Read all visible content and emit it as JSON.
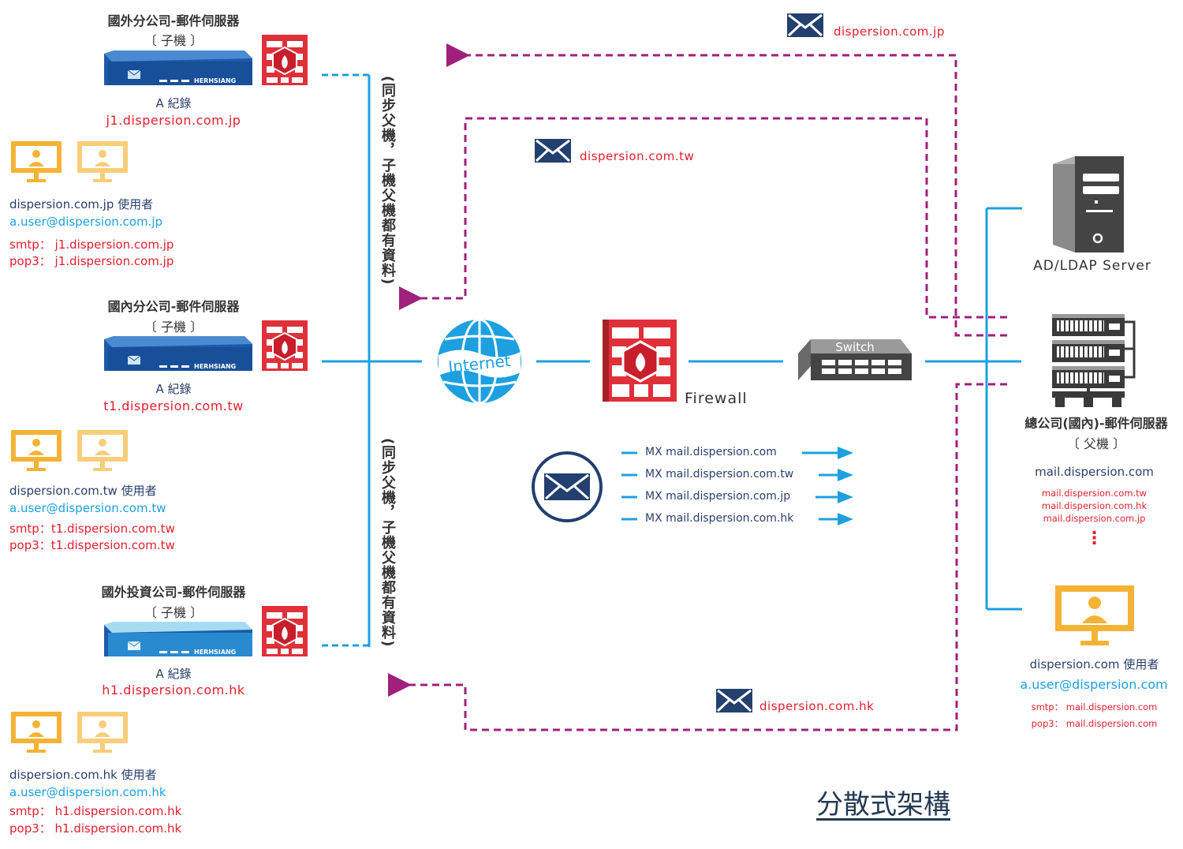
{
  "branches": [
    {
      "title": "國外分公司-郵件伺服器",
      "role": "〔 子機 〕",
      "device_brand": "HERHSIANG",
      "a_record_label": "A 紀錄",
      "a_record": "j1.dispersion.com.jp",
      "users_label": "dispersion.com.jp 使用者",
      "email": "a.user@dispersion.com.jp",
      "smtp": "smtp： j1.dispersion.com.jp",
      "pop3": "pop3： j1.dispersion.com.jp"
    },
    {
      "title": "國內分公司-郵件伺服器",
      "role": "〔 子機 〕",
      "device_brand": "HERHSIANG",
      "a_record_label": "A 紀錄",
      "a_record": "t1.dispersion.com.tw",
      "users_label": "dispersion.com.tw 使用者",
      "email": "a.user@dispersion.com.tw",
      "smtp": "smtp：t1.dispersion.com.tw",
      "pop3": "pop3：t1.dispersion.com.tw"
    },
    {
      "title": "國外投資公司-郵件伺服器",
      "role": "〔 子機 〕",
      "device_brand": "HERHSIANG",
      "a_record_label": "A 紀錄",
      "a_record": "h1.dispersion.com.hk",
      "users_label": "dispersion.com.hk 使用者",
      "email": "a.user@dispersion.com.hk",
      "smtp": "smtp： h1.dispersion.com.hk",
      "pop3": "pop3： h1.dispersion.com.hk"
    }
  ],
  "sync_note": "(同步父機，子機父機都有資料)",
  "internet_label": "Internet",
  "firewall_label": "Firewall",
  "switch_label": "Switch",
  "mail_flows": [
    {
      "domain": "dispersion.com.jp"
    },
    {
      "domain": "dispersion.com.tw"
    },
    {
      "domain": "dispersion.com.hk"
    }
  ],
  "mx_records": [
    "MX mail.dispersion.com",
    "MX mail.dispersion.com.tw",
    "MX mail.dispersion.com.jp",
    "MX mail.dispersion.com.hk"
  ],
  "ldap": {
    "label": "AD/LDAP Server"
  },
  "hq": {
    "title": "總公司(國內)-郵件伺服器",
    "role": "〔 父機 〕",
    "main_domain": "mail.dispersion.com",
    "aliases": [
      "mail.dispersion.com.tw",
      "mail.dispersion.com.hk",
      "mail.dispersion.com.jp"
    ],
    "more": "⋮",
    "users_label": "dispersion.com 使用者",
    "email": "a.user@dispersion.com",
    "smtp": "smtp： mail.dispersion.com",
    "pop3": "pop3： mail.dispersion.com"
  },
  "diagram_title": "分散式架構",
  "colors": {
    "line_blue": "#1ea0e0",
    "flow_purple": "#a0207e",
    "firewall_red": "#e0303a",
    "server_blue": "#1e5aa8",
    "server_light": "#7ec8ea",
    "monitor_orange": "#f5b335",
    "navy": "#2a3f6a"
  }
}
